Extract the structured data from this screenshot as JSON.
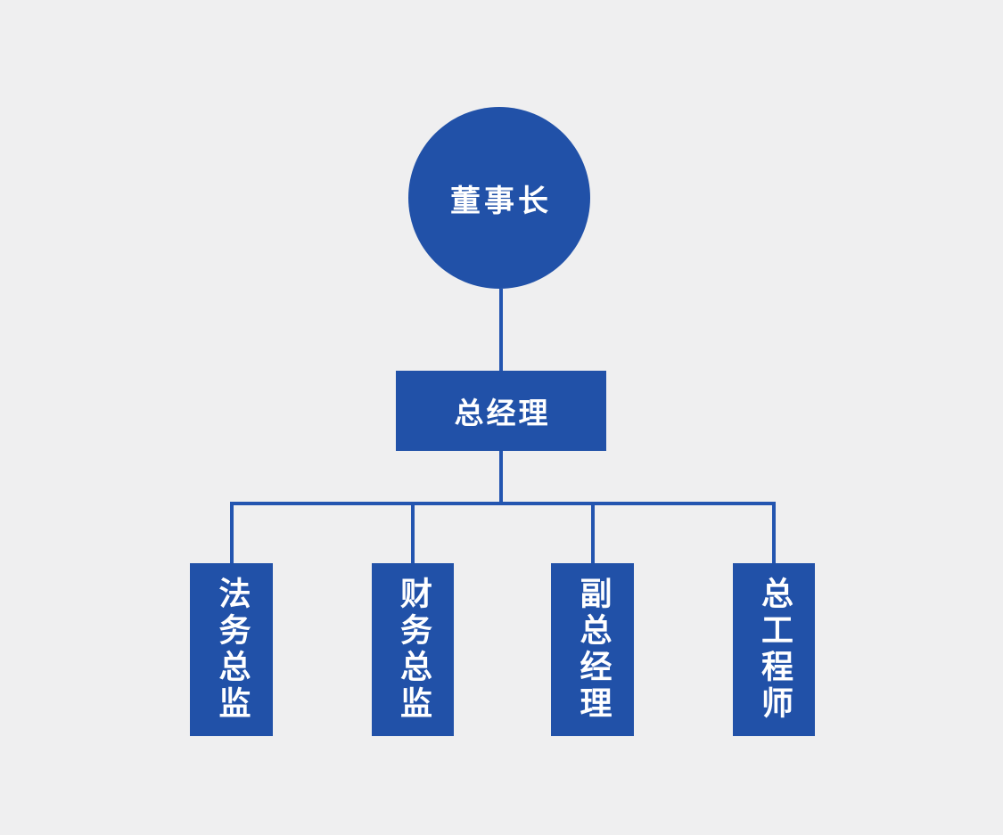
{
  "org_chart": {
    "type": "org-chart",
    "root": {
      "id": "chairman",
      "label": "董事长",
      "shape": "circle"
    },
    "manager": {
      "id": "general-manager",
      "label": "总经理",
      "shape": "rectangle"
    },
    "departments": [
      {
        "id": "legal-director",
        "label": "法务总监",
        "shape": "vertical-rectangle"
      },
      {
        "id": "finance-director",
        "label": "财务总监",
        "shape": "vertical-rectangle"
      },
      {
        "id": "deputy-gm",
        "label": "副总经理",
        "shape": "vertical-rectangle"
      },
      {
        "id": "chief-engineer",
        "label": "总工程师",
        "shape": "vertical-rectangle"
      }
    ],
    "colors": {
      "node_fill": "#2151a8",
      "connector_line": "#2355b0",
      "background": "#efeff0",
      "text": "#ffffff"
    }
  }
}
